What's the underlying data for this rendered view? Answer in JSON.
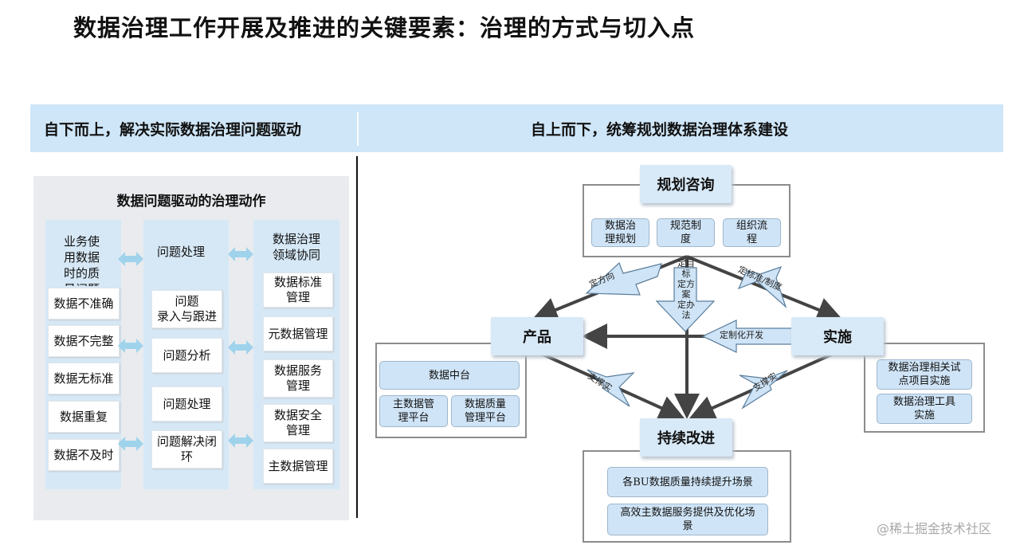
{
  "title": "数据治理工作开展及推进的关键要素：治理的方式与切入点",
  "banner": {
    "left": "自下而上，解决实际数据治理问题驱动",
    "right": "自上而下，统筹规划数据治理体系建设"
  },
  "left_panel": {
    "title": "数据问题驱动的治理动作",
    "col1_header": "业务使用数据时的质量问题",
    "col1_items": [
      "数据不准确",
      "数据不完整",
      "数据无标准",
      "数据重复",
      "数据不及时"
    ],
    "col2_header": "问题处理",
    "col2_items": [
      "问题\n录入与跟进",
      "问题分析",
      "问题处理",
      "问题解决闭环"
    ],
    "col3_header": "数据治理领域协同",
    "col3_items": [
      "数据标准管理",
      "元数据管理",
      "数据服务管理",
      "数据安全管理",
      "主数据管理"
    ]
  },
  "right_panel": {
    "planning": {
      "label": "规划咨询",
      "items": [
        "数据治理规划",
        "规范制度",
        "组织流程"
      ]
    },
    "product": {
      "label": "产品",
      "platform": "数据中台",
      "items": [
        "主数据管理平台",
        "数据质量管理平台"
      ]
    },
    "implement": {
      "label": "实施",
      "items": [
        "数据治理相关试点项目实施",
        "数据治理工具实施"
      ]
    },
    "improve": {
      "label": "持续改进",
      "items": [
        "各BU数据质量持续提升场景",
        "高效主数据服务提供及优化场景"
      ]
    },
    "arrows": {
      "direction": "定方向",
      "standard": "定标准/制度",
      "target_plan": "定目标\n定方案\n定办法",
      "custom_dev": "定制化开发",
      "support_left": "支撑实",
      "support_right": "支撑实"
    }
  },
  "watermark": "@稀土掘金技术社区"
}
